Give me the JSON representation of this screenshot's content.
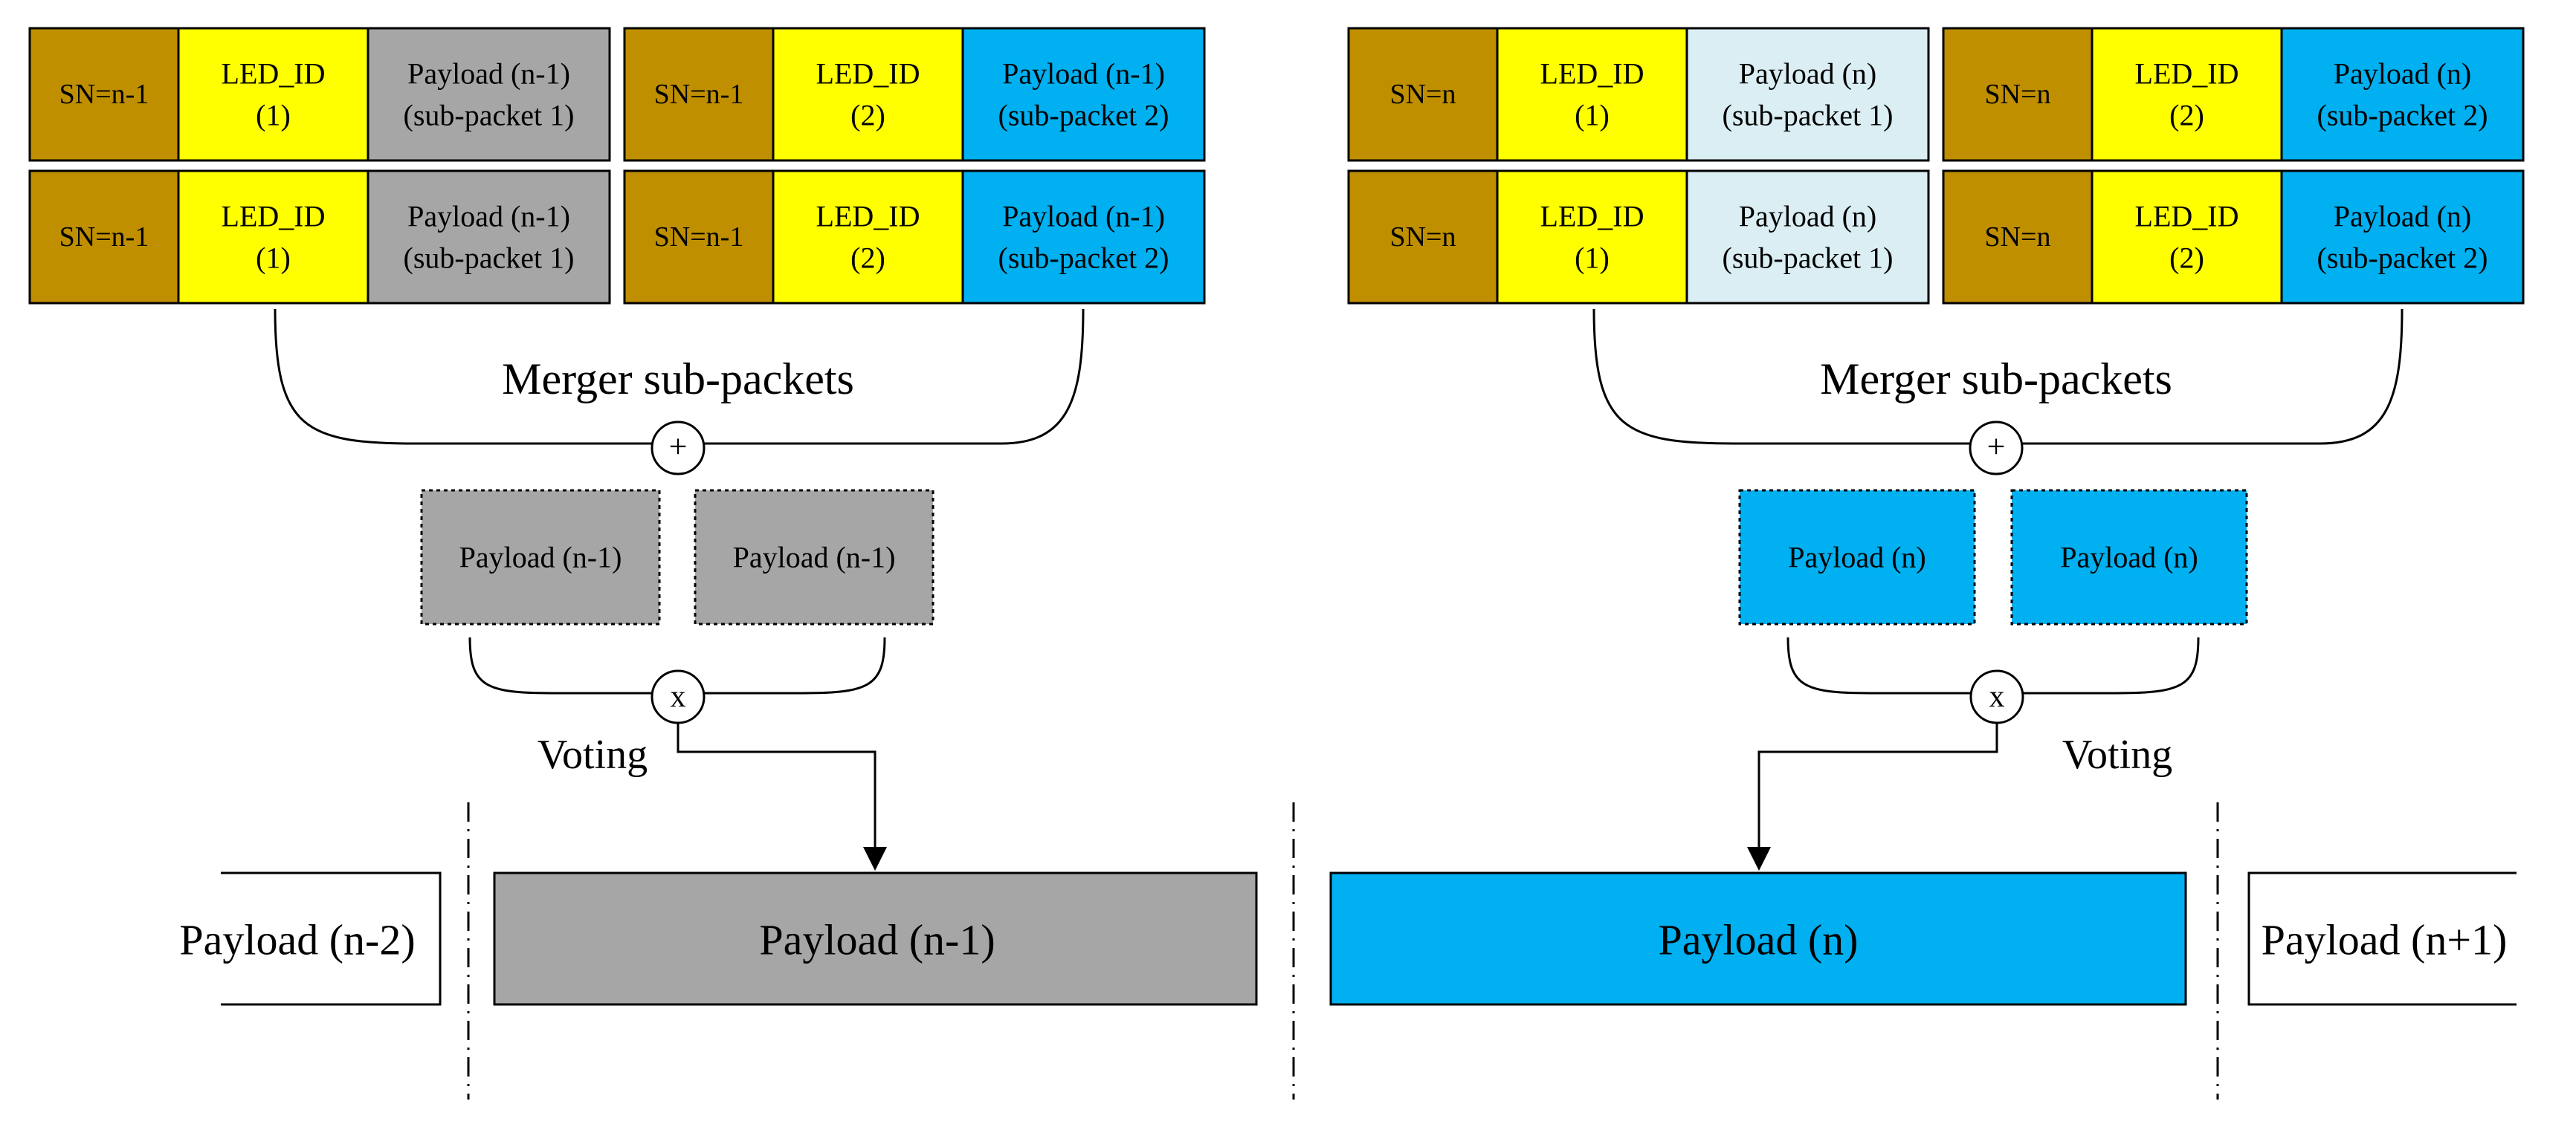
{
  "colors": {
    "sn": "#BF8F00",
    "led": "#FFFF00",
    "payload_prev": "#A6A6A6",
    "payload_curr_light": "#DAEEF3",
    "payload_curr": "#00B0F0",
    "line": "#000000"
  },
  "groups": [
    {
      "rows": [
        [
          {
            "sn": "SN=n-1",
            "led": [
              "LED_ID",
              "(1)"
            ],
            "payload": [
              "Payload (n-1)",
              "(sub-packet 1)"
            ],
            "payload_color": "payload_prev"
          },
          {
            "sn": "SN=n-1",
            "led": [
              "LED_ID",
              "(2)"
            ],
            "payload": [
              "Payload (n-1)",
              "(sub-packet 2)"
            ],
            "payload_color": "payload_curr"
          }
        ],
        [
          {
            "sn": "SN=n-1",
            "led": [
              "LED_ID",
              "(1)"
            ],
            "payload": [
              "Payload (n-1)",
              "(sub-packet 1)"
            ],
            "payload_color": "payload_prev"
          },
          {
            "sn": "SN=n-1",
            "led": [
              "LED_ID",
              "(2)"
            ],
            "payload": [
              "Payload (n-1)",
              "(sub-packet 2)"
            ],
            "payload_color": "payload_curr"
          }
        ]
      ],
      "merger_label": "Merger sub-packets",
      "merge_symbol": "+",
      "merged": [
        "Payload (n-1)",
        "Payload (n-1)"
      ],
      "merged_color": "payload_prev",
      "vote_symbol": "x",
      "voting_label": "Voting"
    },
    {
      "rows": [
        [
          {
            "sn": "SN=n",
            "led": [
              "LED_ID",
              "(1)"
            ],
            "payload": [
              "Payload (n)",
              "(sub-packet 1)"
            ],
            "payload_color": "payload_curr_light"
          },
          {
            "sn": "SN=n",
            "led": [
              "LED_ID",
              "(2)"
            ],
            "payload": [
              "Payload (n)",
              "(sub-packet 2)"
            ],
            "payload_color": "payload_curr"
          }
        ],
        [
          {
            "sn": "SN=n",
            "led": [
              "LED_ID",
              "(1)"
            ],
            "payload": [
              "Payload (n)",
              "(sub-packet 1)"
            ],
            "payload_color": "payload_curr_light"
          },
          {
            "sn": "SN=n",
            "led": [
              "LED_ID",
              "(2)"
            ],
            "payload": [
              "Payload (n)",
              "(sub-packet 2)"
            ],
            "payload_color": "payload_curr"
          }
        ]
      ],
      "merger_label": "Merger sub-packets",
      "merge_symbol": "+",
      "merged": [
        "Payload (n)",
        "Payload (n)"
      ],
      "merged_color": "payload_curr",
      "vote_symbol": "x",
      "voting_label": "Voting"
    }
  ],
  "stream": [
    {
      "label": "Payload (n-2)",
      "color": "none"
    },
    {
      "label": "Payload (n-1)",
      "color": "payload_prev"
    },
    {
      "label": "Payload (n)",
      "color": "payload_curr"
    },
    {
      "label": "Payload (n+1)",
      "color": "none"
    }
  ]
}
